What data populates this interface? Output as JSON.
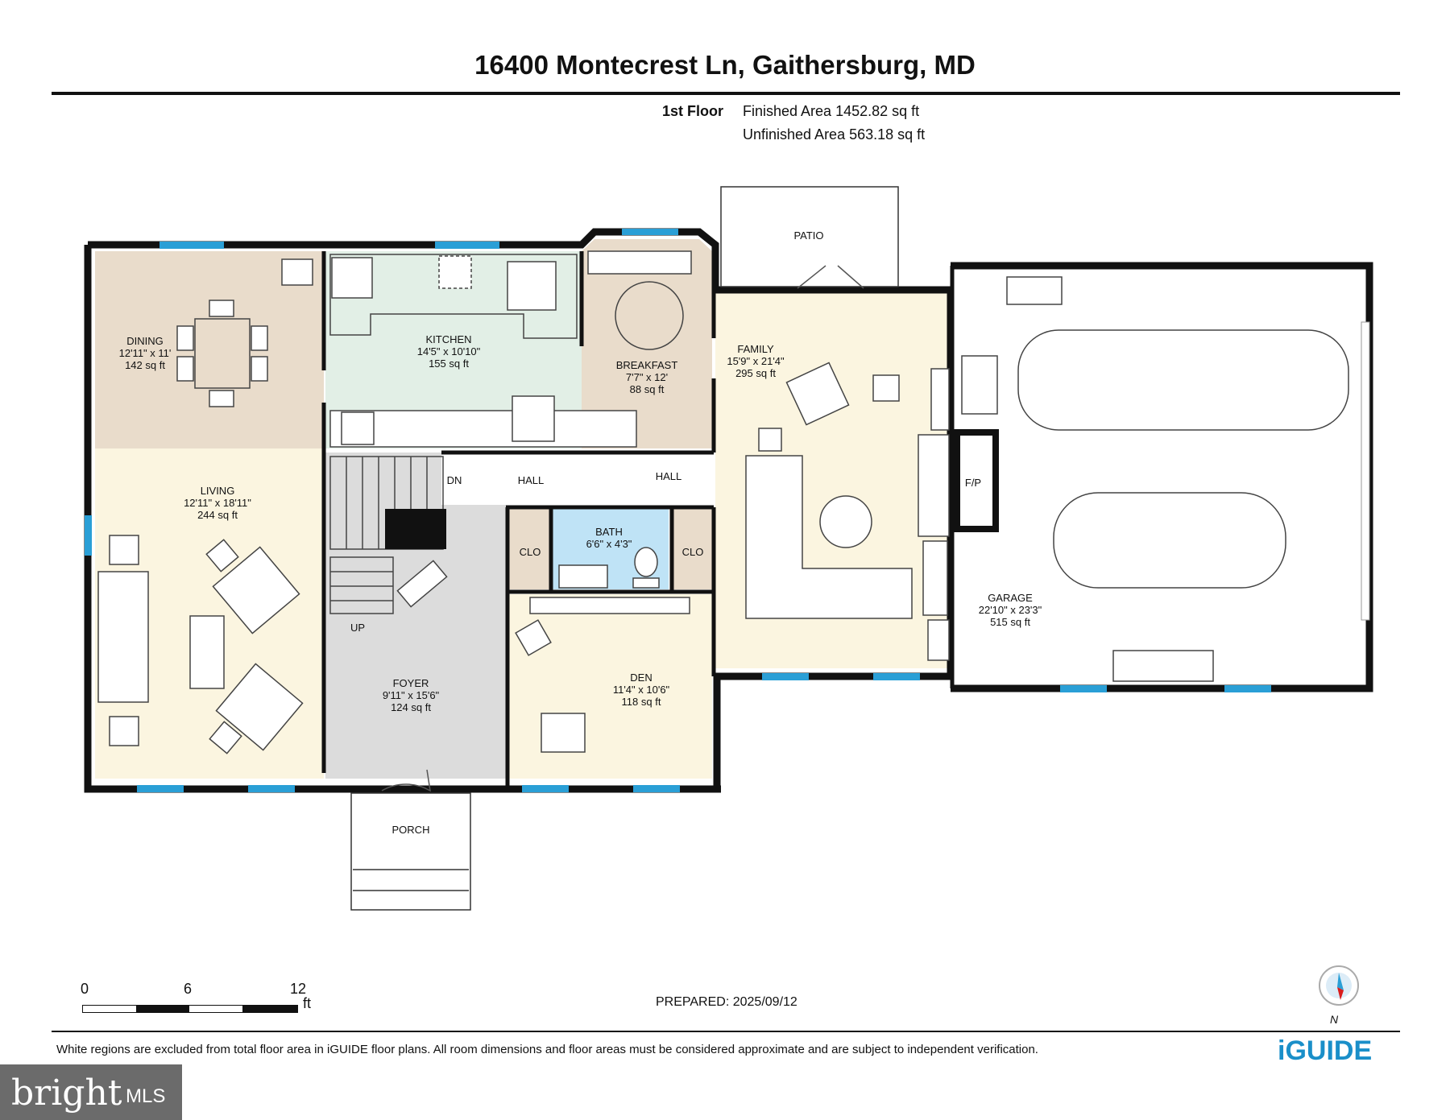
{
  "header": {
    "title": "16400 Montecrest Ln, Gaithersburg, MD",
    "floor": "1st Floor",
    "finished_area": "Finished Area 1452.82 sq ft",
    "unfinished_area": "Unfinished Area 563.18 sq ft"
  },
  "rooms": {
    "dining": {
      "name": "DINING",
      "dims": "12'11\" x 11'",
      "area": "142 sq ft"
    },
    "kitchen": {
      "name": "KITCHEN",
      "dims": "14'5\" x 10'10\"",
      "area": "155 sq ft"
    },
    "breakfast": {
      "name": "BREAKFAST",
      "dims": "7'7\" x 12'",
      "area": "88 sq ft"
    },
    "family": {
      "name": "FAMILY",
      "dims": "15'9\" x 21'4\"",
      "area": "295 sq ft"
    },
    "living": {
      "name": "LIVING",
      "dims": "12'11\" x 18'11\"",
      "area": "244 sq ft"
    },
    "foyer": {
      "name": "FOYER",
      "dims": "9'11\" x 15'6\"",
      "area": "124 sq ft"
    },
    "bath": {
      "name": "BATH",
      "dims": "6'6\" x 4'3\""
    },
    "den": {
      "name": "DEN",
      "dims": "11'4\" x 10'6\"",
      "area": "118 sq ft"
    },
    "garage": {
      "name": "GARAGE",
      "dims": "22'10\" x 23'3\"",
      "area": "515 sq ft"
    },
    "patio": {
      "name": "PATIO"
    },
    "porch": {
      "name": "PORCH"
    },
    "hall1": {
      "name": "HALL"
    },
    "hall2": {
      "name": "HALL"
    },
    "clo1": {
      "name": "CLO"
    },
    "clo2": {
      "name": "CLO"
    },
    "fp": {
      "name": "F/P"
    },
    "dn": {
      "name": "DN"
    },
    "up": {
      "name": "UP"
    }
  },
  "scale": {
    "ticks": [
      "0",
      "6",
      "12"
    ],
    "unit": "ft"
  },
  "prepared": "PREPARED: 2025/09/12",
  "compass_label": "N",
  "disclaimer": "White regions are excluded from total floor area in iGUIDE floor plans. All room dimensions and floor areas must be considered approximate and are subject to independent verification.",
  "brand": "iGUIDE",
  "watermark": {
    "bright": "bright",
    "mls": "MLS"
  },
  "colors": {
    "dining": "#e9dccb",
    "kitchen": "#e2efe6",
    "breakfast": "#e9dccb",
    "family": "#fbf5e0",
    "living": "#fbf5e0",
    "foyer": "#dcdcdc",
    "bath": "#bfe3f6",
    "den": "#fbf5e0",
    "closet": "#e9dccb",
    "window": "#2a9fd6",
    "wall": "#111111",
    "brand": "#1a8fc9"
  }
}
